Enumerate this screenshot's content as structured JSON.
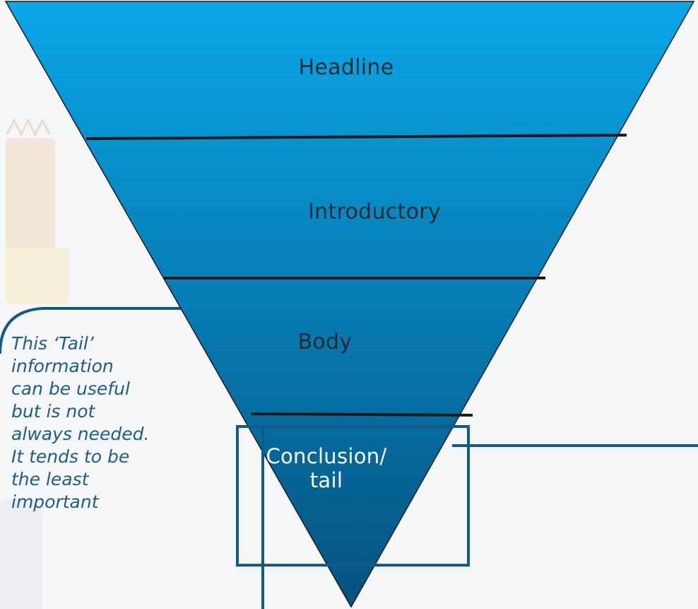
{
  "sections": {
    "headline": "Headline",
    "introductory": "Introductory",
    "body": "Body",
    "conclusion_line1": "Conclusion/",
    "conclusion_line2": "tail"
  },
  "note": {
    "lines": [
      "This ‘Tail’",
      "information",
      "can be useful",
      "but is not",
      "always needed.",
      "It tends to be",
      "the least",
      "important"
    ]
  },
  "colors": {
    "triangle_top": "#0aa6e8",
    "triangle_bottom": "#05527f",
    "note_text": "#1d5d8a",
    "outline": "#155a86",
    "divider": "#1a1a1a",
    "background": "#f4f6f7"
  }
}
